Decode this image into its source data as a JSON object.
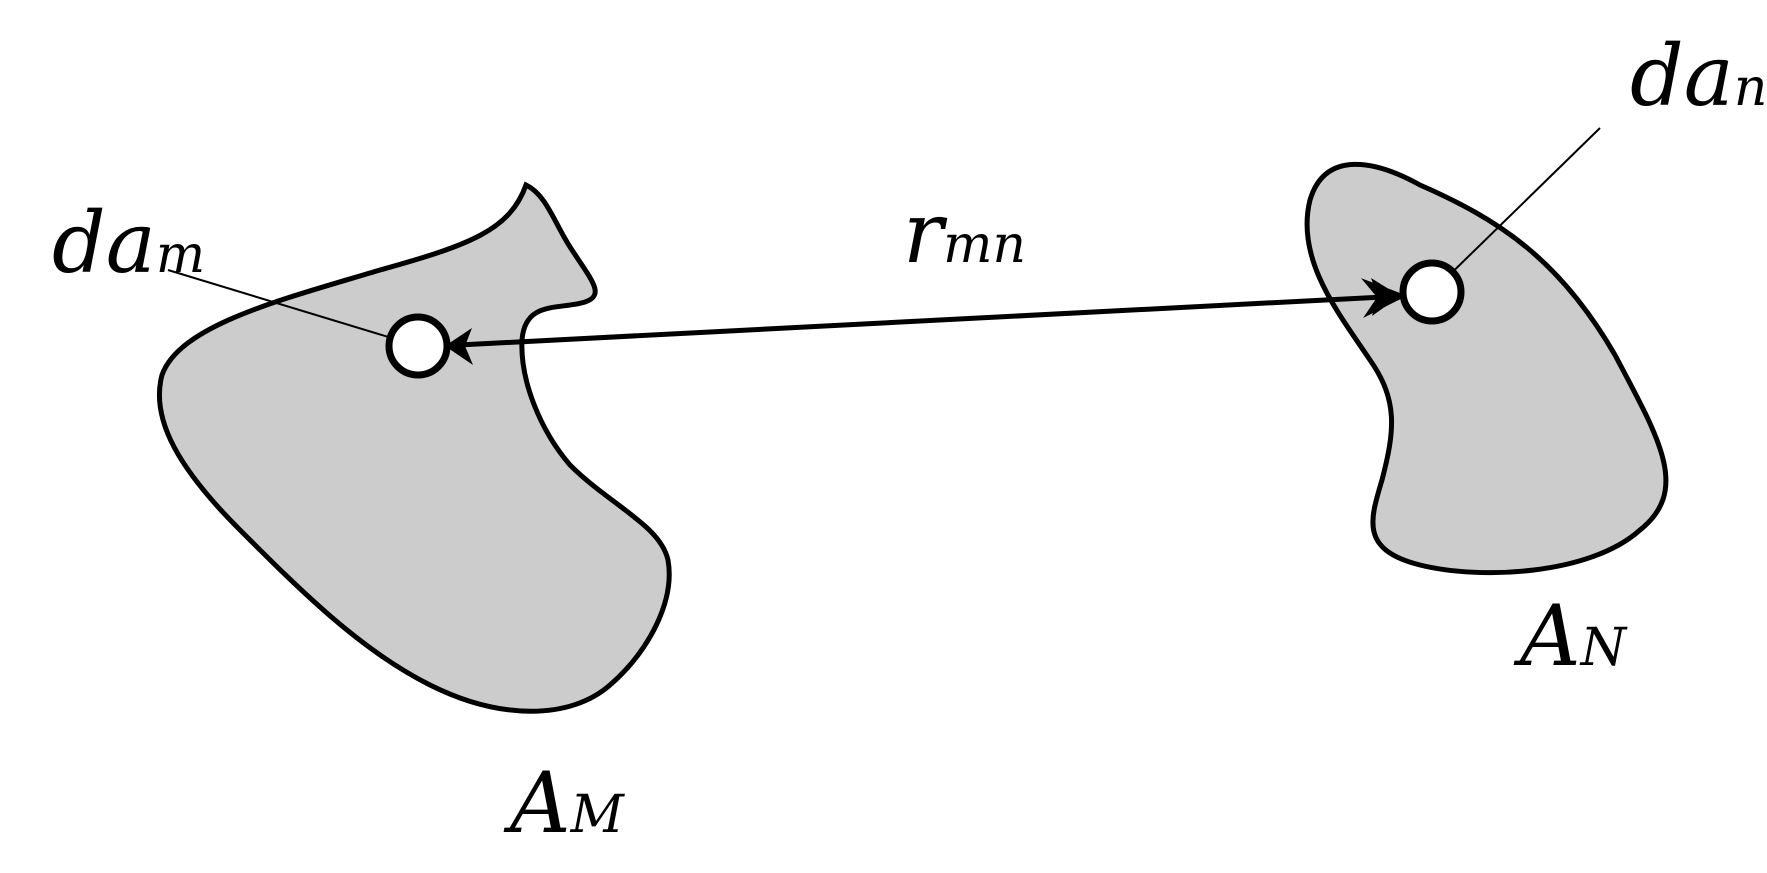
{
  "colors": {
    "region_fill": "#cccccc",
    "stroke": "#000000",
    "background": "#ffffff"
  },
  "labels": {
    "da_m": {
      "main": "da",
      "sub": "m"
    },
    "da_n": {
      "main": "da",
      "sub": "n"
    },
    "r_mn": {
      "main": "r",
      "sub": "mn"
    },
    "A_M": {
      "main": "A",
      "sub": "M"
    },
    "A_N": {
      "main": "A",
      "sub": "N"
    }
  }
}
